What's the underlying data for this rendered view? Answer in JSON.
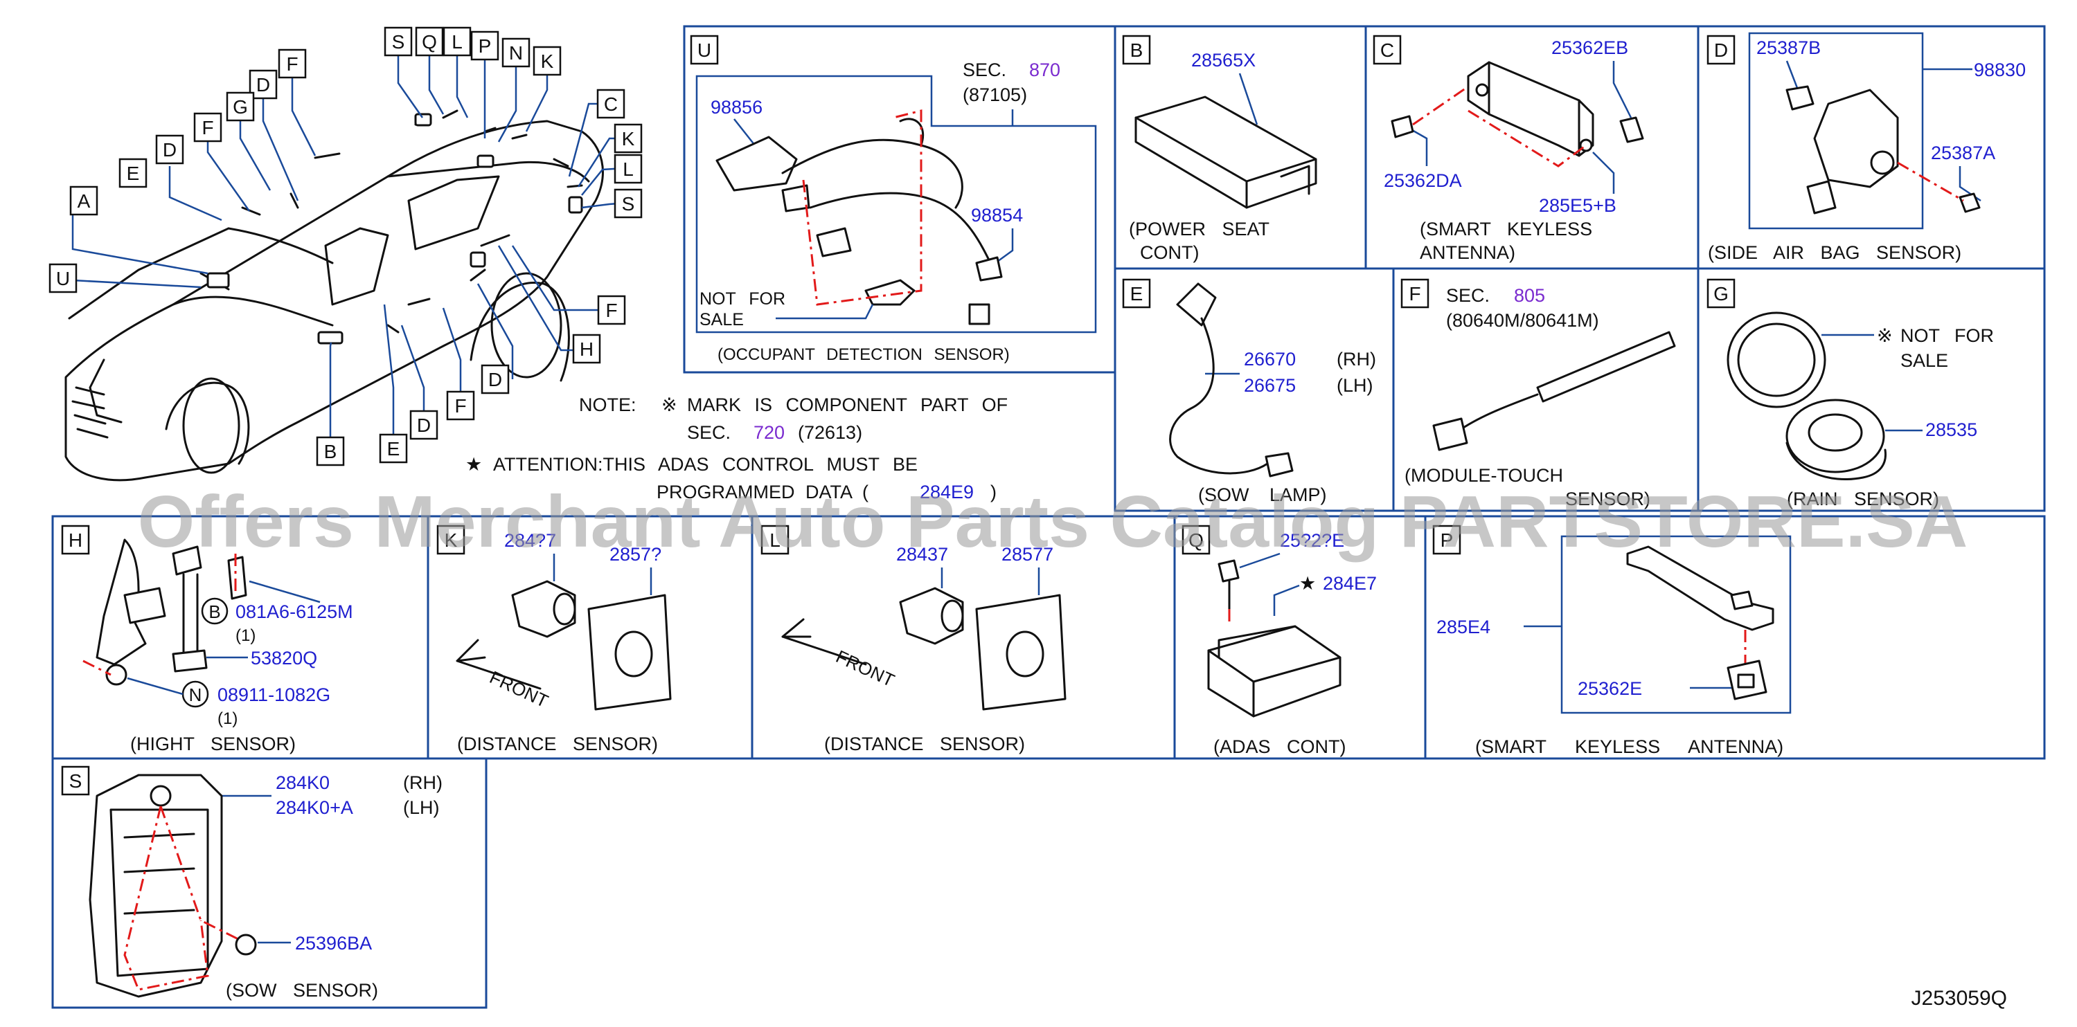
{
  "watermark": "Offers Merchant Auto Parts Catalog PARTSTORE.SA",
  "diagram_code": "J253059Q",
  "overview": {
    "callouts": [
      "S",
      "Q",
      "L",
      "P",
      "N",
      "K",
      "F",
      "D",
      "G",
      "F",
      "D",
      "E",
      "A",
      "U",
      "C",
      "K",
      "L",
      "S",
      "F",
      "H",
      "D",
      "F",
      "D",
      "E",
      "B"
    ]
  },
  "note": {
    "line1_a": "NOTE:",
    "line1_mark": "※",
    "line1_b": "MARK IS COMPONENT PART OF",
    "line2_a": "SEC.",
    "line2_sec": "720",
    "line2_b": "(72613)",
    "star": "★",
    "line3": "ATTENTION:THIS ADAS CONTROL MUST BE",
    "line4_a": "PROGRAMMED DATA (",
    "line4_part": "284E9",
    "line4_b": ")"
  },
  "panels": {
    "U": {
      "letter": "U",
      "sec": "SEC.",
      "sec_num": "870",
      "sec_sub": "(87105)",
      "part1": "98856",
      "part2": "98854",
      "nfs1": "NOT FOR",
      "nfs2": "SALE",
      "caption": "(OCCUPANT DETECTION SENSOR)"
    },
    "B": {
      "letter": "B",
      "part": "28565X",
      "caption1": "(POWER SEAT",
      "caption2": "CONT)"
    },
    "C": {
      "letter": "C",
      "part1": "25362EB",
      "part2": "25362DA",
      "part3": "285E5+B",
      "caption1": "(SMART KEYLESS",
      "caption2": "ANTENNA)"
    },
    "D": {
      "letter": "D",
      "part1": "25387B",
      "part2": "98830",
      "part3": "25387A",
      "caption": "(SIDE AIR BAG SENSOR)"
    },
    "E": {
      "letter": "E",
      "part_rh": "26670",
      "rh": "(RH)",
      "part_lh": "26675",
      "lh": "(LH)",
      "caption": "(SOW LAMP)"
    },
    "F": {
      "letter": "F",
      "sec": "SEC.",
      "sec_num": "805",
      "sec_sub": "(80640M/80641M)",
      "caption1": "(MODULE-TOUCH",
      "caption2": "SENSOR)"
    },
    "G": {
      "letter": "G",
      "mark": "※",
      "nfs1": "NOT FOR",
      "nfs2": "SALE",
      "part": "28535",
      "caption": "(RAIN SENSOR)"
    },
    "H": {
      "letter": "H",
      "b_letter": "B",
      "bolt": "081A6-6125M",
      "bolt_qty": "(1)",
      "part": "53820Q",
      "n_letter": "N",
      "nut": "08911-1082G",
      "nut_qty": "(1)",
      "caption": "(HIGHT SENSOR)"
    },
    "K": {
      "letter": "K",
      "part1": "284?7",
      "part2": "2857?",
      "front": "FRONT",
      "caption": "(DISTANCE SENSOR)"
    },
    "L": {
      "letter": "L",
      "part1": "28437",
      "part2": "28577",
      "front": "FRONT",
      "caption": "(DISTANCE SENSOR)"
    },
    "Q": {
      "letter": "Q",
      "bolt": "25?2?E",
      "star": "★",
      "part": "284E7",
      "caption": "(ADAS CONT)"
    },
    "P": {
      "letter": "P",
      "part1": "285E4",
      "part2": "25362E",
      "caption": "(SMART KEYLESS ANTENNA)"
    },
    "S": {
      "letter": "S",
      "part_rh": "284K0",
      "rh": "(RH)",
      "part_lh": "284K0+A",
      "lh": "(LH)",
      "part3": "25396BA",
      "caption": "(SOW SENSOR)"
    }
  }
}
